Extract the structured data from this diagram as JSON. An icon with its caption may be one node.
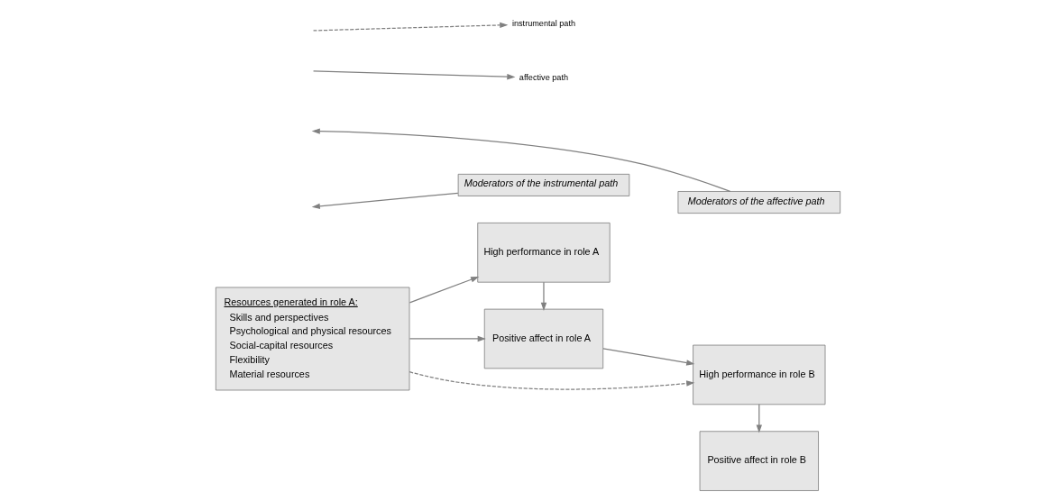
{
  "diagram": {
    "nodes": [
      {
        "text": [
          "Resources generated in role A:",
          "Skills and perspectives",
          "Psychological and physical resources",
          "Social-capital resources",
          "Flexibility",
          "Material resources"
        ]
      },
      {
        "text": [
          "High performance in role A"
        ]
      },
      {
        "text": [
          "Positive affect in role A"
        ]
      },
      {
        "text": [
          "High performance in role B"
        ]
      },
      {
        "text": [
          "Positive affect in role B"
        ]
      },
      {
        "text": [
          "Moderators of the instrumental path"
        ]
      },
      {
        "text": [
          "Moderators of the affective path"
        ]
      }
    ],
    "edges": [
      {
        "from": 0,
        "to": 3,
        "arrow": "to",
        "style": "dashed"
      },
      {
        "from": 0,
        "to": 1,
        "arrow": "to"
      },
      {
        "from": 0,
        "to": 2,
        "arrow": "to"
      },
      {
        "from": 1,
        "to": 2,
        "arrow": "to"
      },
      {
        "from": 2,
        "to": 3,
        "arrow": "to"
      },
      {
        "from": 3,
        "to": 4,
        "arrow": "to"
      },
      {
        "from": 5,
        "to": null,
        "arrow": "to"
      },
      {
        "from": 6,
        "to": null,
        "arrow": "to"
      }
    ],
    "legend": [
      {
        "text": "instrumental path"
      },
      {
        "text": "affective path"
      }
    ]
  }
}
